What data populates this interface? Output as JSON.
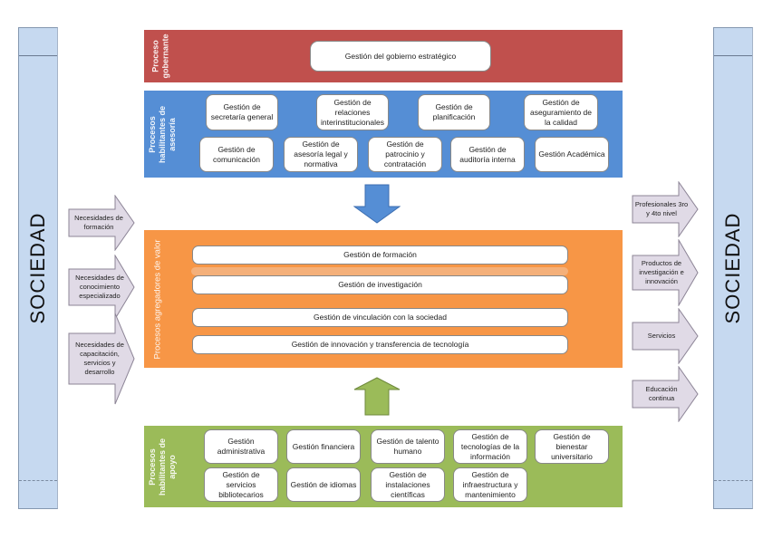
{
  "society": {
    "left_label": "SOCIEDAD",
    "right_label": "SOCIEDAD"
  },
  "colors": {
    "society_fill": "#c6d9f0",
    "governing": "#c0504d",
    "advisory": "#558ed5",
    "value": "#f79646",
    "support": "#9bbb59",
    "io_arrow": "#e0dae6",
    "box": "#ffffff"
  },
  "governing": {
    "label": "Proceso\ngobernante",
    "boxes": [
      "Gestión del gobierno estratégico"
    ]
  },
  "advisory": {
    "label": "Procesos\nhabilitantes de\nasesoría",
    "row1": [
      "Gestión de secretaría general",
      "Gestión de relaciones interinstitucionales",
      "Gestión de planificación",
      "Gestión de aseguramiento de la calidad"
    ],
    "row2": [
      "Gestión de comunicación",
      "Gestión de asesoría legal y normativa",
      "Gestión de patrocinio y contratación",
      "Gestión de auditoría interna",
      "Gestión Académica"
    ]
  },
  "value_adding": {
    "label": "Procesos agregadores de valor",
    "boxes": [
      "Gestión de formación",
      "Gestión de investigación",
      "Gestión de vinculación con la sociedad",
      "Gestión de innovación y transferencia de tecnología"
    ]
  },
  "support": {
    "label": "Procesos\nhabilitantes de\napoyo",
    "row1": [
      "Gestión administrativa",
      "Gestión financiera",
      "Gestión de talento humano",
      "Gestión de tecnologías de la información",
      "Gestión de bienestar universitario"
    ],
    "row2": [
      "Gestión de servicios bibliotecarios",
      "Gestión de idiomas",
      "Gestión de instalaciones científicas",
      "Gestión de infraestructura y mantenimiento"
    ]
  },
  "inputs": [
    "Necesidades de formación",
    "Necesidades de conocimiento especializado",
    "Necesidades de capacitación, servicios y desarrollo"
  ],
  "outputs": [
    "Profesionales 3ro y 4to nivel",
    "Productos de investigación e innovación",
    "Servicios",
    "Educación continua"
  ]
}
